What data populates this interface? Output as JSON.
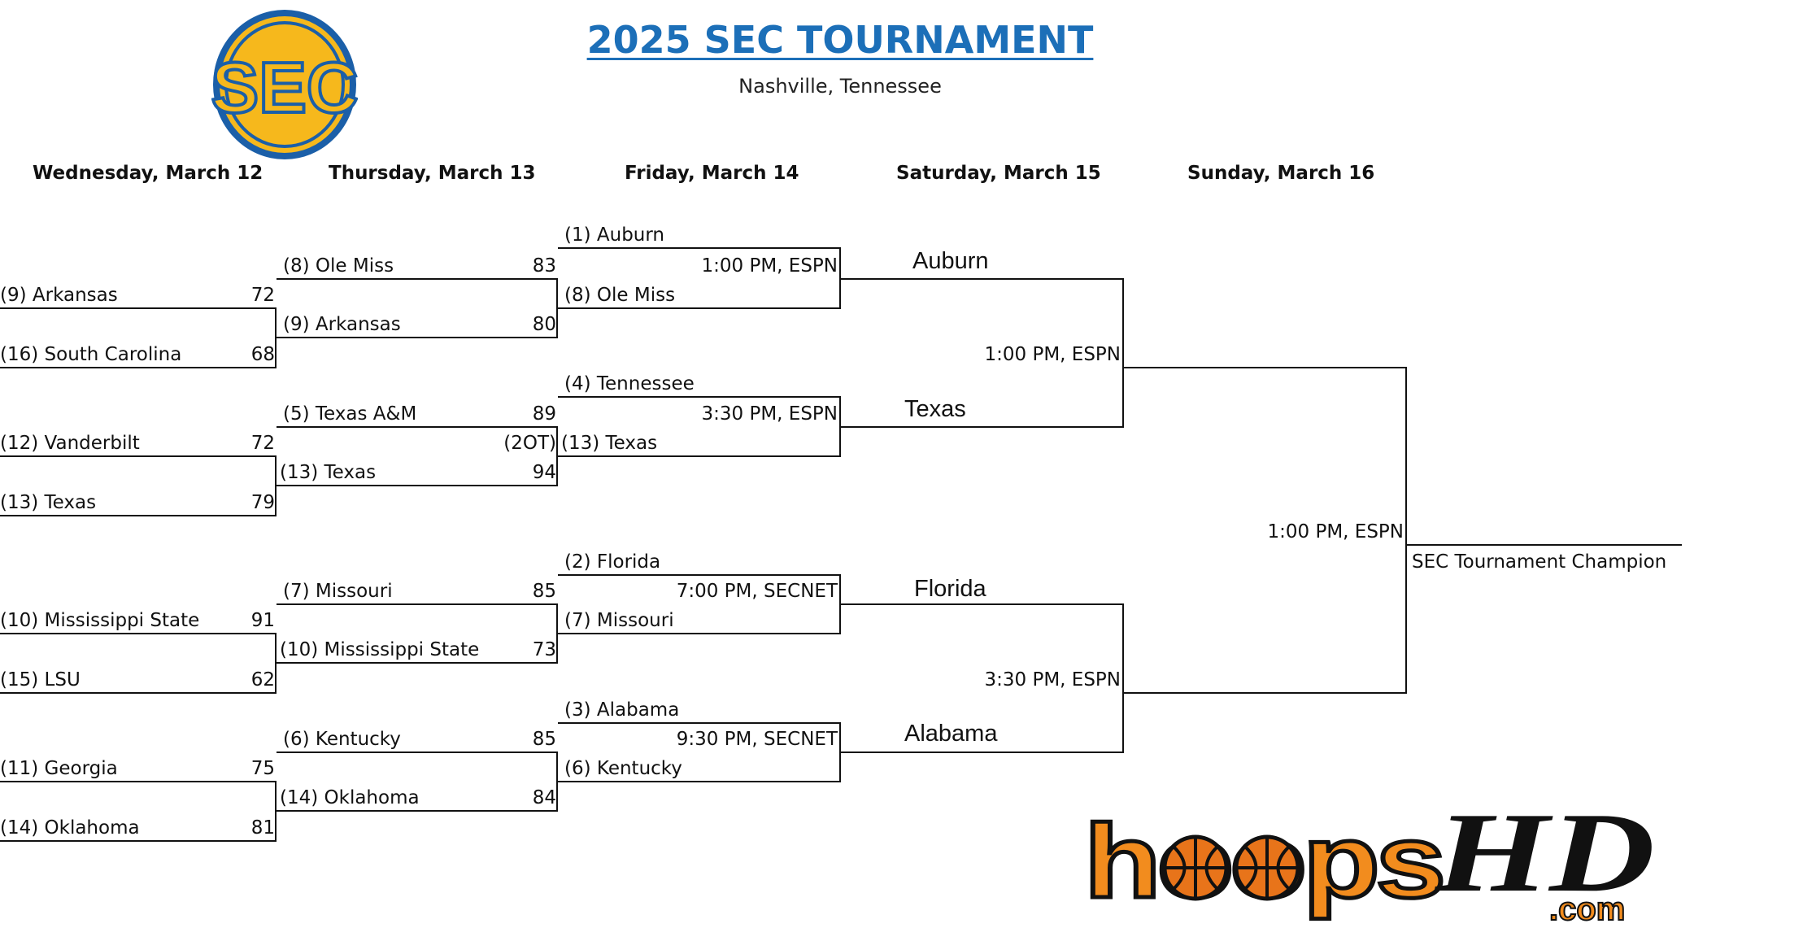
{
  "header": {
    "title": "2025 SEC TOURNAMENT",
    "location": "Nashville, Tennessee",
    "logo_text": "SEC"
  },
  "days": [
    "Wednesday, March 12",
    "Thursday, March 13",
    "Friday, March 14",
    "Saturday, March 15",
    "Sunday, March 16"
  ],
  "wednesday": [
    {
      "top": {
        "name": "(9)  Arkansas",
        "score": "72"
      },
      "bottom": {
        "name": "(16) South Carolina",
        "score": "68"
      }
    },
    {
      "top": {
        "name": "(12) Vanderbilt",
        "score": "72"
      },
      "bottom": {
        "name": "(13) Texas",
        "score": "79"
      }
    },
    {
      "top": {
        "name": "(10) Mississippi State",
        "score": "91"
      },
      "bottom": {
        "name": "(15) LSU",
        "score": "62"
      }
    },
    {
      "top": {
        "name": "(11) Georgia",
        "score": "75"
      },
      "bottom": {
        "name": "(14) Oklahoma",
        "score": "81"
      }
    }
  ],
  "thursday": [
    {
      "top": {
        "name": "(8)  Ole Miss",
        "score": "83"
      },
      "bottom": {
        "name": "(9)  Arkansas",
        "score": "80"
      },
      "note": ""
    },
    {
      "top": {
        "name": "(5)  Texas A&M",
        "score": "89"
      },
      "bottom": {
        "name": "(13) Texas",
        "score": "94"
      },
      "note": "(2OT)"
    },
    {
      "top": {
        "name": "(7)  Missouri",
        "score": "85"
      },
      "bottom": {
        "name": "(10) Mississippi State",
        "score": "73"
      },
      "note": ""
    },
    {
      "top": {
        "name": "(6)  Kentucky",
        "score": "85"
      },
      "bottom": {
        "name": "(14) Oklahoma",
        "score": "84"
      },
      "note": ""
    }
  ],
  "friday": [
    {
      "top": "(1)  Auburn",
      "bottom": "(8)  Ole Miss",
      "time": "1:00 PM, ESPN",
      "winner": "Auburn"
    },
    {
      "top": "(4)  Tennessee",
      "bottom": "(13) Texas",
      "time": "3:30 PM, ESPN",
      "winner": "Texas"
    },
    {
      "top": "(2)  Florida",
      "bottom": "(7)  Missouri",
      "time": "7:00 PM, SECNET",
      "winner": "Florida"
    },
    {
      "top": "(3)  Alabama",
      "bottom": "(6)  Kentucky",
      "time": "9:30 PM, SECNET",
      "winner": "Alabama"
    }
  ],
  "saturday": [
    {
      "time": "1:00 PM, ESPN"
    },
    {
      "time": "3:30 PM, ESPN"
    }
  ],
  "sunday": {
    "time": "1:00 PM, ESPN",
    "champion_label": "SEC Tournament Champion"
  },
  "branding": {
    "hoops": "hoops",
    "hd": "HD",
    "com": ".com"
  },
  "colors": {
    "title": "#1c6fb8",
    "logo_blue": "#1b5fa8",
    "logo_gold": "#f6b81c",
    "hoops_orange": "#f28c1e",
    "ball_orange": "#e8741a"
  }
}
